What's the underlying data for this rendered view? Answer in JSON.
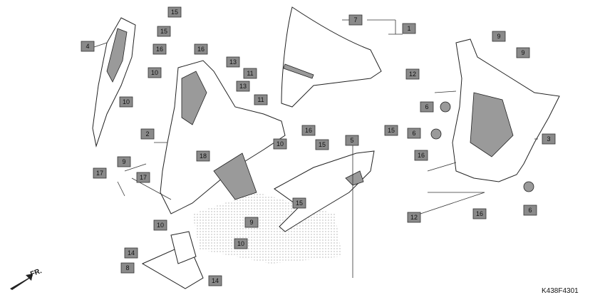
{
  "diagram": {
    "code": "K438F4301",
    "direction_label": "FR.",
    "callouts": [
      {
        "num": "15"
      },
      {
        "num": "15"
      },
      {
        "num": "4"
      },
      {
        "num": "16"
      },
      {
        "num": "10"
      },
      {
        "num": "10"
      },
      {
        "num": "16"
      },
      {
        "num": "13"
      },
      {
        "num": "11"
      },
      {
        "num": "13"
      },
      {
        "num": "11"
      },
      {
        "num": "2"
      },
      {
        "num": "9"
      },
      {
        "num": "17"
      },
      {
        "num": "17"
      },
      {
        "num": "18"
      },
      {
        "num": "10"
      },
      {
        "num": "16"
      },
      {
        "num": "15"
      },
      {
        "num": "10"
      },
      {
        "num": "9"
      },
      {
        "num": "10"
      },
      {
        "num": "14"
      },
      {
        "num": "8"
      },
      {
        "num": "14"
      },
      {
        "num": "7"
      },
      {
        "num": "1"
      },
      {
        "num": "5"
      },
      {
        "num": "15"
      },
      {
        "num": "15"
      },
      {
        "num": "9"
      },
      {
        "num": "9"
      },
      {
        "num": "12"
      },
      {
        "num": "6"
      },
      {
        "num": "6"
      },
      {
        "num": "3"
      },
      {
        "num": "16"
      },
      {
        "num": "6"
      },
      {
        "num": "12"
      },
      {
        "num": "16"
      }
    ]
  }
}
